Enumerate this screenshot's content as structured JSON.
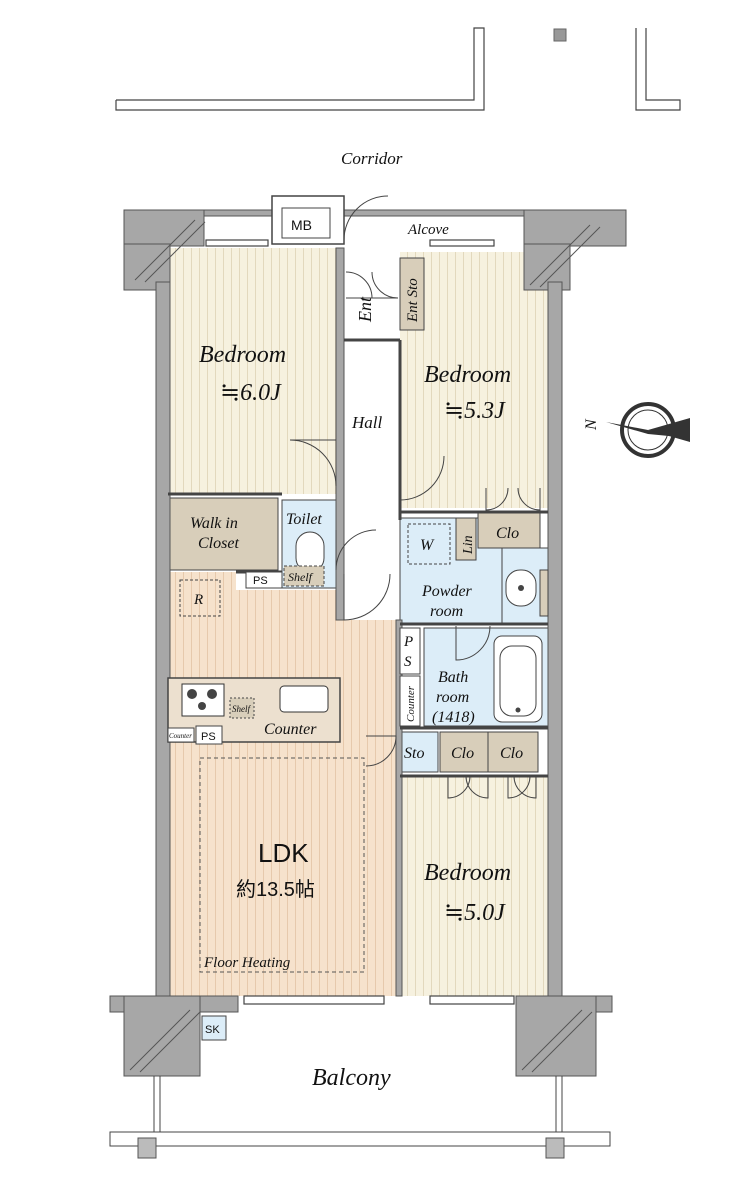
{
  "labels": {
    "corridor": "Corridor",
    "alcove": "Alcove",
    "mb": "MB",
    "ent": "Ent",
    "ent_sto": "Ent Sto",
    "hall": "Hall",
    "bedroom1": {
      "name": "Bedroom",
      "size": "≒6.0J"
    },
    "bedroom2": {
      "name": "Bedroom",
      "size": "≒5.3J"
    },
    "bedroom3": {
      "name": "Bedroom",
      "size": "≒5.0J"
    },
    "walk_in_closet_1": "Walk in",
    "walk_in_closet_2": "Closet",
    "toilet": "Toilet",
    "shelf": "Shelf",
    "ps": "PS",
    "ps_vertical": "P S",
    "r": "R",
    "w": "W",
    "lin": "Lin",
    "clo": "Clo",
    "powder_room_1": "Powder",
    "powder_room_2": "room",
    "bath_room_1": "Bath",
    "bath_room_2": "room",
    "bath_room_3": "(1418)",
    "counter": "Counter",
    "counter_small": "Counter",
    "kitchen_shelf": "Shelf",
    "sto": "Sto",
    "ldk": "LDK",
    "ldk_size": "約13.5帖",
    "floor_heating": "Floor Heating",
    "balcony": "Balcony",
    "sk": "SK",
    "north": "N"
  },
  "colors": {
    "bedroom": "#f6f1df",
    "ldk": "#f6e2cc",
    "closet": "#d8ceba",
    "wet": "#dcedf8",
    "wall": "#a7a7a7",
    "hall": "#ffffff"
  }
}
